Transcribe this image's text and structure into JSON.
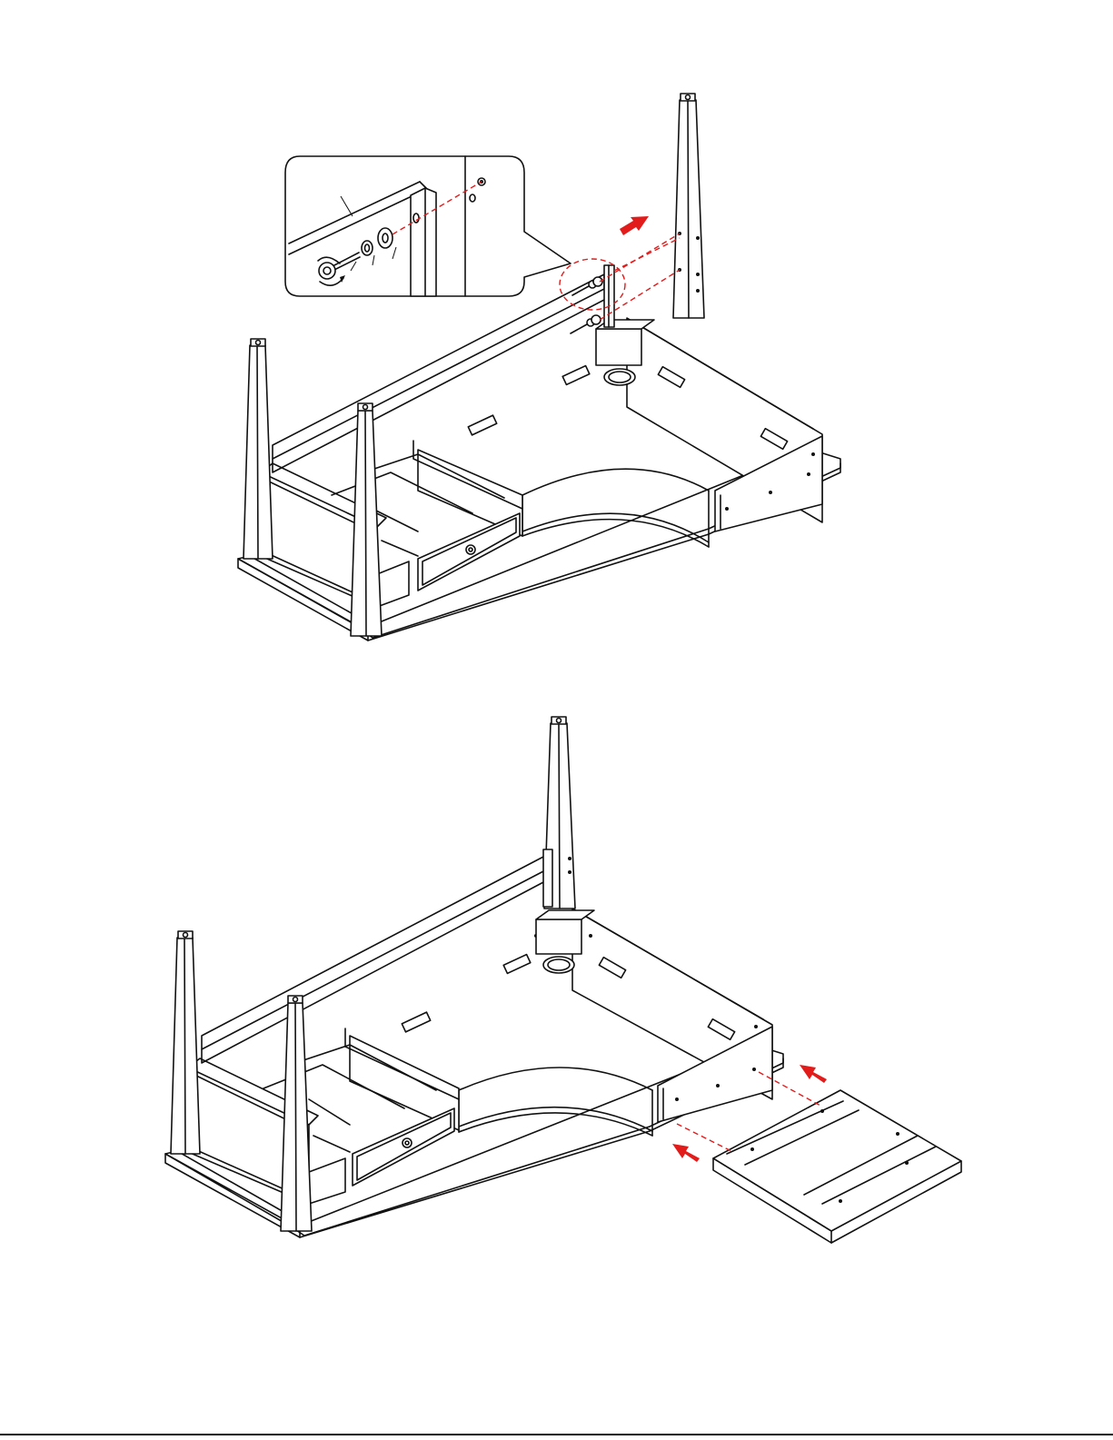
{
  "steps": [
    {
      "name": "attach-corner-leg",
      "callout": {
        "parts": [
          "bolt",
          "lock-washer",
          "flat-washer",
          "leg-bracket",
          "apron-panel"
        ]
      },
      "arrow_color": "#e21b1b"
    },
    {
      "name": "attach-side-panel",
      "arrow_color": "#e21b1b"
    }
  ],
  "colors": {
    "line": "#111111",
    "accent": "#e21b1b",
    "background": "#ffffff"
  }
}
